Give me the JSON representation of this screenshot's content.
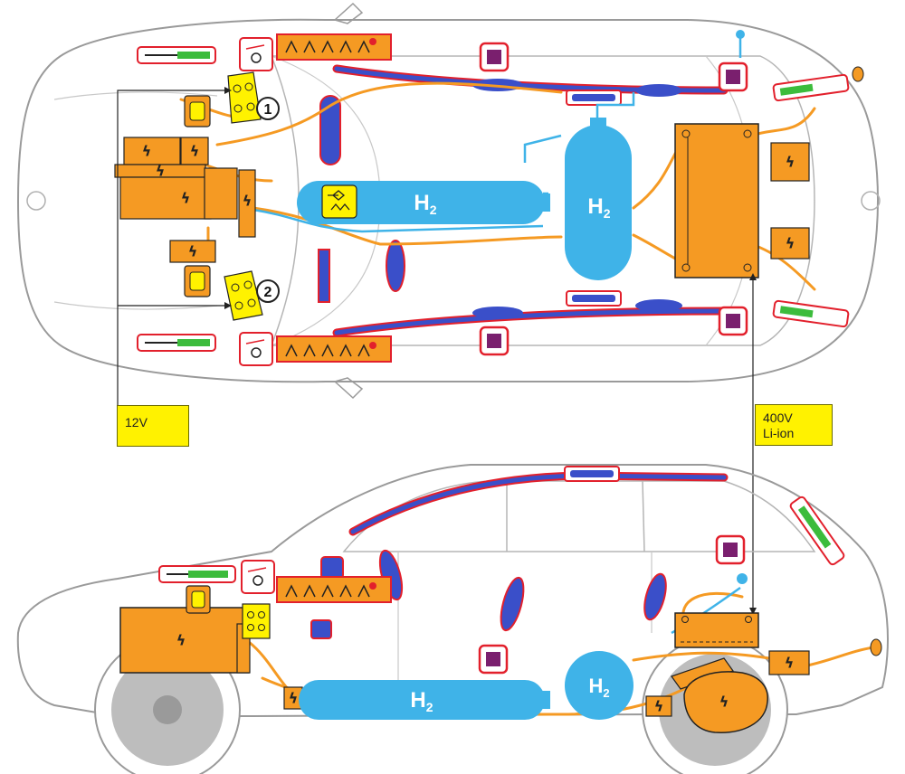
{
  "labels": {
    "battery_12v": "12V",
    "battery_400v_line1": "400V",
    "battery_400v_line2": "Li-ion",
    "marker_1": "1",
    "marker_2": "2",
    "hydrogen_main": "H",
    "hydrogen_sub": "2",
    "hv_symbol": "ϟ"
  },
  "colors": {
    "high_voltage": "#f59a23",
    "hydrogen": "#3fb3e8",
    "airbag": "#3a4fc9",
    "airbag_outline": "#e2202c",
    "sensor": "#7a1f6e",
    "gas_strut": "#3cbc3c",
    "low_voltage_callout": "#fff200",
    "car_outline": "#9a9a9a",
    "wheel": "#bdbdbd"
  },
  "icons": [
    "lightning-bolt-icon",
    "airbag-icon",
    "gas-strut-icon",
    "seatbelt-pretensioner-icon",
    "pyrotechnic-actuator-icon",
    "pressure-relief-valve-icon",
    "battery-icon",
    "fuse-icon"
  ]
}
